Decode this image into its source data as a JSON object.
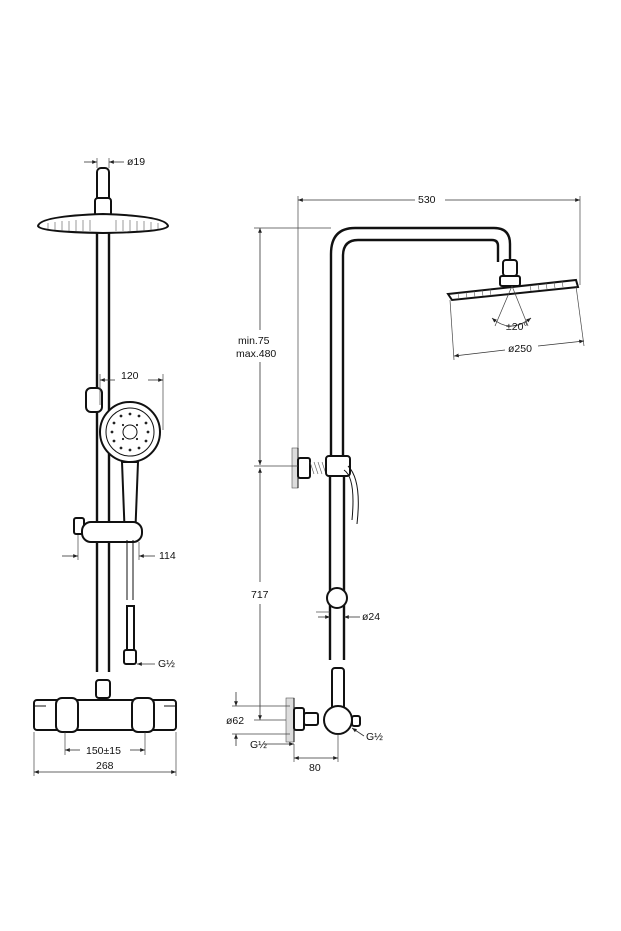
{
  "front_view": {
    "pipe_diameter": "ø19",
    "hand_shower_width": "120",
    "holder_offset": "114",
    "hose_connection": "G½",
    "inlet_spacing": "150±15",
    "mixer_width": "268"
  },
  "side_view": {
    "arm_length": "530",
    "height_adjust_min": "min.75",
    "height_adjust_max": "max.480",
    "tilt_angle": "±20°",
    "head_diameter": "ø250",
    "riser_height": "717",
    "riser_diameter": "ø24",
    "inlet_height": "ø62",
    "inlet_thread": "G½",
    "inlet_offset": "80",
    "outlet_thread": "G½"
  }
}
